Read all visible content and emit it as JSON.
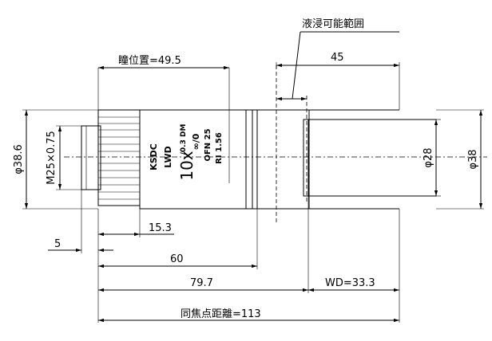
{
  "labels": {
    "immersion_range": "液浸可能範囲",
    "pupil_position": "瞳位置=49.5",
    "d45": "45",
    "d_outer": "φ38.6",
    "thread": "M25×0.75",
    "d28": "φ28",
    "d38": "φ38",
    "d15_3": "15.3",
    "d5": "5",
    "d60": "60",
    "d79_7": "79.7",
    "wd": "WD=33.3",
    "parfocal": "同焦点距離=113"
  },
  "engraving": {
    "line1": "KSDC",
    "line2": "LWD",
    "magnification": "10x",
    "na": "/0.3 DM",
    "tube": "∞/0",
    "ofn": "OFN 25",
    "ri": "RI 1.56"
  }
}
